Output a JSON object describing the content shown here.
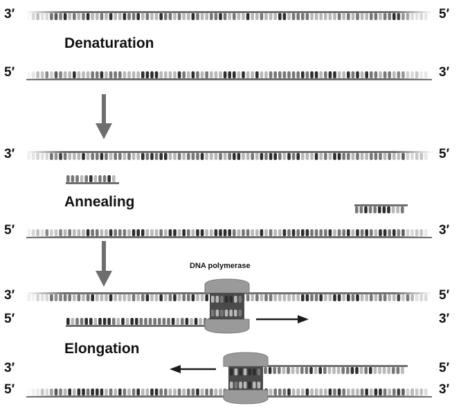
{
  "ends": {
    "three_prime": "3′",
    "five_prime": "5′"
  },
  "steps": {
    "denaturation": "Denaturation",
    "annealing": "Annealing",
    "elongation": "Elongation"
  },
  "enzyme": {
    "label": "DNA polymerase"
  },
  "colors": {
    "backbone": "#6f6f6f",
    "base_dark": "#2e2e2e",
    "base_mid": "#777777",
    "base_light": "#b8b8b8",
    "polymerase": "#9a9a9a",
    "arrow_gray": "#6e6e6e",
    "arrow_black": "#1a1a1a"
  }
}
